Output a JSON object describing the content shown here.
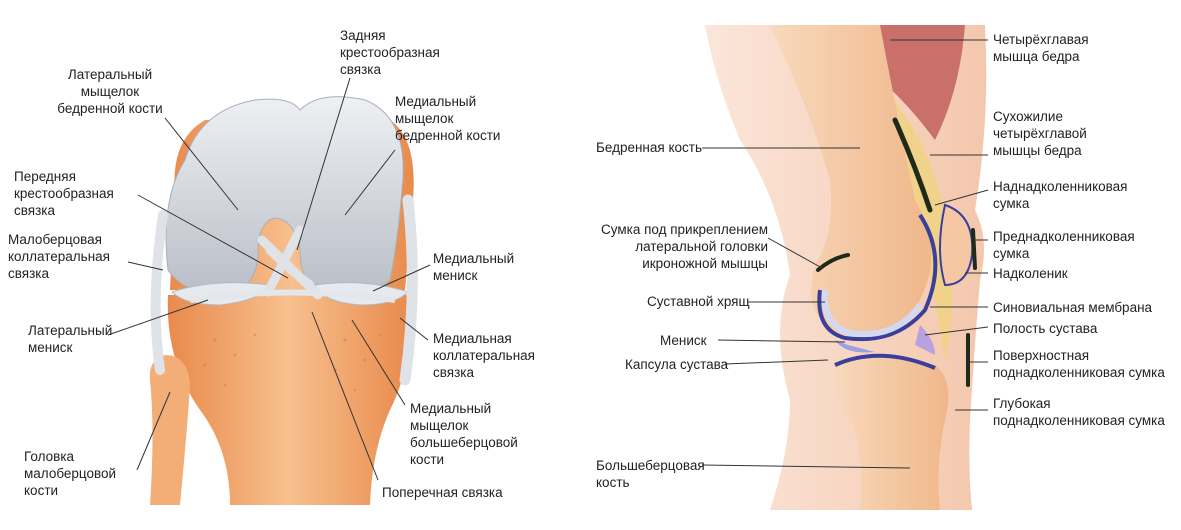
{
  "front_view": {
    "labels": {
      "posterior_cruciate": "Задняя\nкрестообразная\nсвязка",
      "lateral_femoral_condyle": "Латеральный\nмыщелок\nбедренной кости",
      "medial_femoral_condyle": "Медиальный\nмыщелок\nбедренной кости",
      "anterior_cruciate": "Передняя\nкрестообразная\nсвязка",
      "fibular_collateral": "Малоберцовая\nколлатеральная\nсвязка",
      "medial_meniscus": "Медиальный\nмениск",
      "lateral_meniscus": "Латеральный\nмениск",
      "medial_collateral": "Медиальная\nколлатеральная\nсвязка",
      "medial_tibial_condyle": "Медиальный\nмыщелок\nбольшеберцовой\nкости",
      "fibula_head": "Головка\nмалоберцовой\nкости",
      "transverse_ligament": "Поперечная связка"
    }
  },
  "side_view": {
    "labels": {
      "quadriceps": "Четырёхглавая\nмышца бедра",
      "quadriceps_tendon": "Сухожилие\nчетырёхглавой\nмышцы бедра",
      "femur": "Бедренная кость",
      "suprapatellar_bursa": "Наднадколенниковая\nсумка",
      "gastrocnemius_bursa": "Сумка под прикреплением\nлатеральной головки\nикроножной мышцы",
      "prepatellar_bursa": "Преднадколенниковая\nсумка",
      "patella": "Надколеник",
      "articular_cartilage": "Суставной хрящ",
      "synovial_membrane": "Синовиальная мембрана",
      "meniscus": "Мениск",
      "joint_cavity": "Полость сустава",
      "joint_capsule": "Капсула сустава",
      "superficial_infrapatellar_bursa": "Поверхностная\nподнадколенниковая сумка",
      "deep_infrapatellar_bursa": "Глубокая\nподнадколенниковая сумка",
      "tibia": "Большеберцовая\nкость"
    }
  },
  "colors": {
    "bone_orange": "#f0a36a",
    "bone_light": "#f7c79a",
    "cartilage": "#c9ccd3",
    "cartilage_light": "#e6e8ec",
    "ligament": "#dfe3e8",
    "skin": "#f8dccb",
    "muscle": "#c9706b",
    "fat": "#f0d28a",
    "synovium": "#3a3f9c",
    "cavity": "#9aa0e6",
    "bursa": "#1f2a1a",
    "leader": "#333333"
  }
}
